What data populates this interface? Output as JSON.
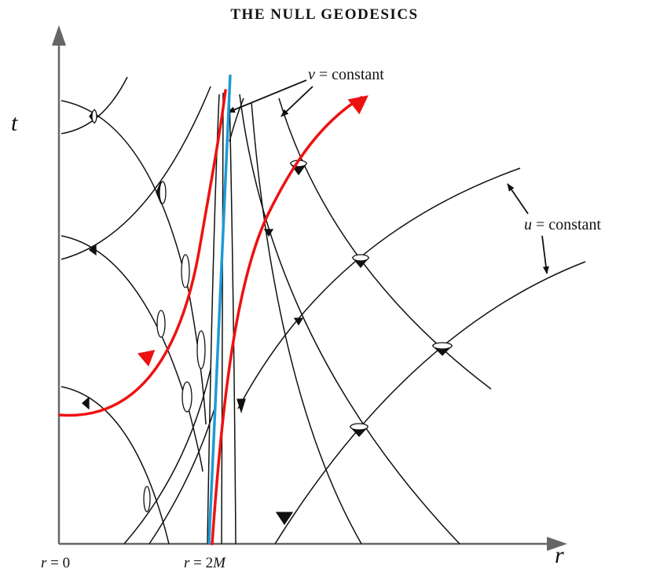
{
  "title": "THE NULL GEODESICS",
  "axes": {
    "vertical_label": "t",
    "horizontal_label": "r"
  },
  "ticks": {
    "origin": {
      "symbol": "r",
      "rest": " = 0"
    },
    "horizon": {
      "symbol": "r",
      "rest": " = 2",
      "symbol2": "M"
    }
  },
  "annotations": {
    "v_const": {
      "symbol": "v",
      "rest": " = constant"
    },
    "u_const": {
      "symbol": "u",
      "rest": " = constant"
    }
  },
  "colors": {
    "ink": "#111111",
    "trajectory": "#ee1111",
    "horizon_line": "#1f9ad6"
  }
}
